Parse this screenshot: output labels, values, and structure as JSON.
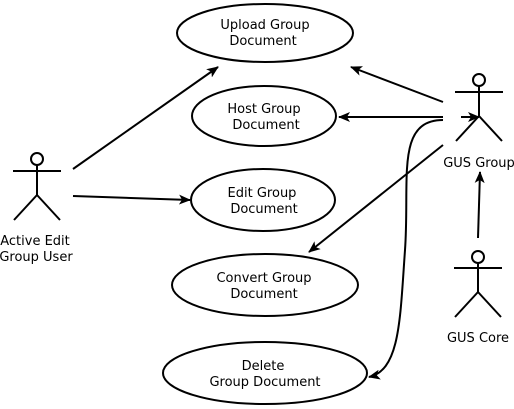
{
  "diagram": {
    "type": "use-case",
    "actors": [
      {
        "id": "active_edit_group_user",
        "label_lines": [
          "Active Edit",
          "Group User"
        ]
      },
      {
        "id": "gus_group",
        "label_lines": [
          "GUS Group"
        ]
      },
      {
        "id": "gus_core",
        "label_lines": [
          "GUS Core"
        ]
      }
    ],
    "use_cases": [
      {
        "id": "upload",
        "label_lines": [
          "Upload Group",
          "Document"
        ]
      },
      {
        "id": "host",
        "label_lines": [
          "Host Group",
          "Document"
        ]
      },
      {
        "id": "edit",
        "label_lines": [
          "Edit Group",
          "Document"
        ]
      },
      {
        "id": "convert",
        "label_lines": [
          "Convert Group",
          "Document"
        ]
      },
      {
        "id": "delete",
        "label_lines": [
          "Delete",
          "Group Document"
        ]
      }
    ],
    "associations": [
      {
        "from": "active_edit_group_user",
        "to": "upload"
      },
      {
        "from": "active_edit_group_user",
        "to": "edit"
      },
      {
        "from": "gus_group",
        "to": "upload"
      },
      {
        "from": "gus_group",
        "to": "host"
      },
      {
        "from": "gus_group",
        "to": "convert"
      },
      {
        "from": "gus_group",
        "to": "delete"
      },
      {
        "from": "gus_core",
        "to": "gus_group"
      }
    ]
  }
}
